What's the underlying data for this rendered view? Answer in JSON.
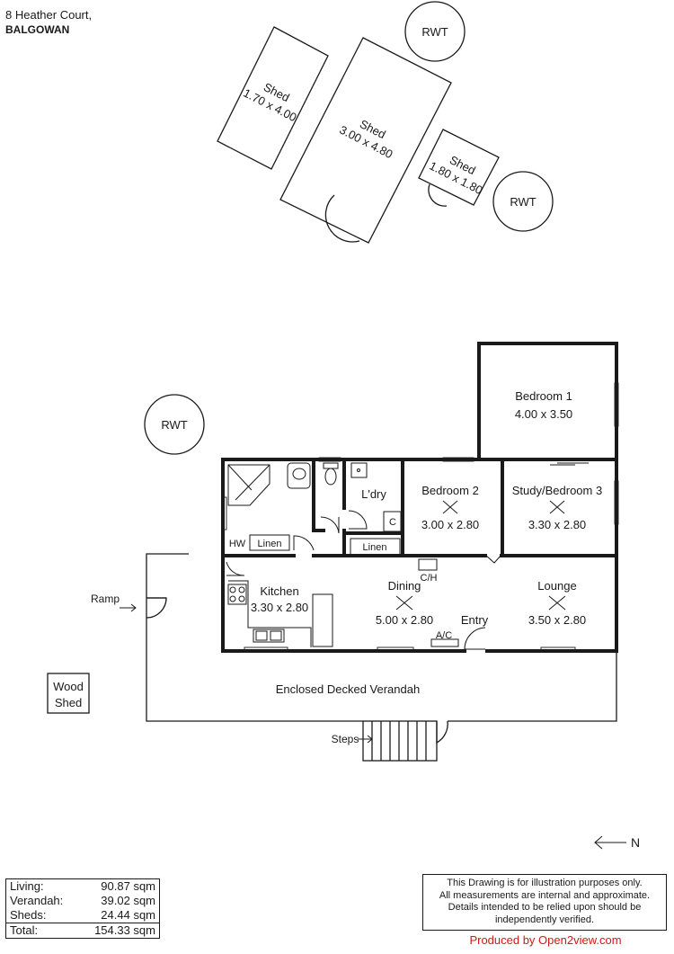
{
  "address": {
    "street": "8 Heather Court,",
    "suburb": "BALGOWAN"
  },
  "outbuildings": {
    "shed_small_left": {
      "name": "Shed",
      "dims": "1.70 x 4.00"
    },
    "shed_large": {
      "name": "Shed",
      "dims": "3.00 x 4.80"
    },
    "shed_small_right": {
      "name": "Shed",
      "dims": "1.80 x 1.80"
    },
    "rwt": "RWT",
    "wood_shed": {
      "line1": "Wood",
      "line2": "Shed"
    }
  },
  "rooms": {
    "bedroom1": {
      "name": "Bedroom 1",
      "dims": "4.00 x 3.50"
    },
    "bedroom2": {
      "name": "Bedroom 2",
      "dims": "3.00 x 2.80"
    },
    "study": {
      "name": "Study/Bedroom 3",
      "dims": "3.30 x 2.80"
    },
    "kitchen": {
      "name": "Kitchen",
      "dims": "3.30 x 2.80"
    },
    "dining": {
      "name": "Dining",
      "dims": "5.00 x 2.80"
    },
    "lounge": {
      "name": "Lounge",
      "dims": "3.50 x 2.80"
    },
    "laundry": {
      "name": "L'dry"
    },
    "entry": {
      "name": "Entry"
    },
    "verandah": {
      "name": "Enclosed Decked Verandah"
    }
  },
  "fixtures": {
    "linen": "Linen",
    "hw": "HW",
    "cupboard": "C",
    "ch": "C/H",
    "ac": "A/C",
    "ramp": "Ramp",
    "steps": "Steps",
    "north": "N"
  },
  "areas": [
    {
      "label": "Living:",
      "value": "90.87 sqm"
    },
    {
      "label": "Verandah:",
      "value": "39.02 sqm"
    },
    {
      "label": "Sheds:",
      "value": "24.44 sqm"
    },
    {
      "label": "Total:",
      "value": "154.33 sqm"
    }
  ],
  "disclaimer": [
    "This Drawing is for illustration purposes only.",
    "All measurements are internal and  approximate.",
    "Details intended to be relied upon should be",
    "independently verified."
  ],
  "credit": "Produced by Open2view.com",
  "colors": {
    "wall": "#1a1a1a",
    "credit": "#d01818"
  }
}
